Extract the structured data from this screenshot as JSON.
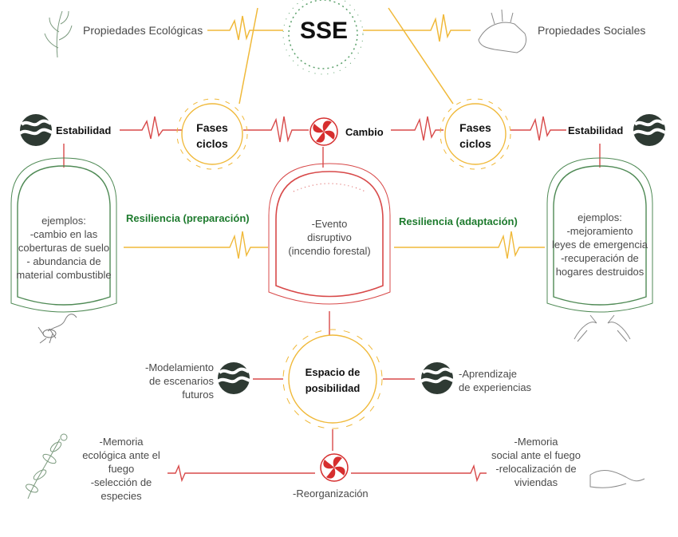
{
  "title": "SSE",
  "top": {
    "ecological": "Propiedades Ecológicas",
    "social": "Propiedades Sociales"
  },
  "row2": {
    "left_stability": "Estabilidad",
    "right_stability": "Estabilidad",
    "left_phases": [
      "Fases",
      "ciclos"
    ],
    "right_phases": [
      "Fases",
      "ciclos"
    ],
    "change": "Cambio"
  },
  "resilience": {
    "left": "Resiliencia (preparación)",
    "right": "Resiliencia (adaptación)"
  },
  "left_examples": [
    "ejemplos:",
    "-cambio en las",
    "coberturas de suelo",
    "- abundancia de",
    "material combustible"
  ],
  "right_examples": [
    "ejemplos:",
    "-mejoramiento",
    "leyes de emergencia",
    "-recuperación de",
    "hogares destruidos"
  ],
  "event": [
    "-Evento",
    "disruptivo",
    "(incendio forestal)"
  ],
  "possibility": {
    "center": [
      "Espacio de",
      "posibilidad"
    ],
    "left": [
      "-Modelamiento",
      "de escenarios",
      "futuros"
    ],
    "right": [
      "-Aprendizaje",
      "de experiencias"
    ]
  },
  "bottom": {
    "left_memory": [
      "-Memoria",
      "ecológica ante el",
      "fuego",
      "-selección de",
      "especies"
    ],
    "right_memory": [
      "-Memoria",
      "social ante el fuego",
      "-relocalización de",
      "viviendas"
    ],
    "reorganization": "-Reorganización"
  },
  "colors": {
    "yellow": "#f0b93a",
    "red": "#d84a4a",
    "green": "#4f8a55",
    "dark": "#2e3a33",
    "bloom": "#d62e2e"
  },
  "icons": [
    "fern-icon",
    "hand-icon",
    "wave-icon",
    "bloom-icon",
    "scorpion-icon",
    "hands-icon",
    "plant-icon",
    "handshake-icon"
  ]
}
